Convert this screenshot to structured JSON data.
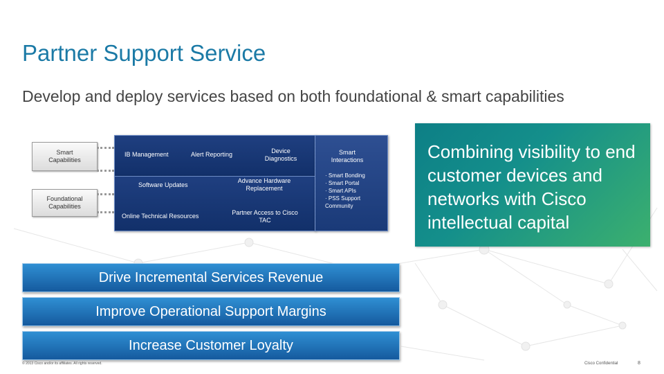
{
  "slide": {
    "title": "Partner Support Service",
    "subtitle": "Develop and deploy services based on both foundational & smart capabilities"
  },
  "legend": {
    "smart_label": "Smart Capabilities",
    "foundational_label": "Foundational Capabilities"
  },
  "capabilities": {
    "smart": [
      "IB Management",
      "Alert Reporting",
      "Device Diagnostics"
    ],
    "foundational": [
      "Software Updates",
      "Advance Hardware Replacement",
      "Online Technical Resources",
      "Partner Access to Cisco TAC"
    ],
    "smart_interactions": {
      "header": "Smart Interactions",
      "items": [
        "· Smart Bonding",
        "· Smart Portal",
        "· Smart APIs",
        "· PSS Support",
        "  Community"
      ]
    }
  },
  "highlight": {
    "text": "Combining visibility to end customer devices and networks with Cisco intellectual capital"
  },
  "outcomes": [
    "Drive Incremental Services Revenue",
    "Improve Operational Support Margins",
    "Increase Customer Loyalty"
  ],
  "footer": {
    "copyright": "© 2013 Cisco and/or its affiliates. All rights reserved.",
    "confidential": "Cisco Confidential",
    "page": "8"
  },
  "colors": {
    "title": "#1b7aa6",
    "capability_block": "#1a3a78",
    "bar": "#1f74b8",
    "teal_panel": "#148f8b"
  }
}
